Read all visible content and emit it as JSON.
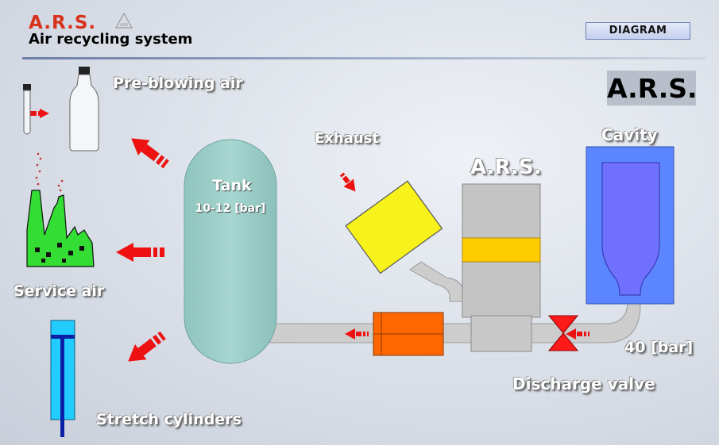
{
  "header": {
    "logo_text": "A.R.S.",
    "logo_mark_text": "ARK",
    "subtitle": "Air recycling system",
    "view_button": "DIAGRAM"
  },
  "title_box": "A.R.S.",
  "labels": {
    "pre_blowing": "Pre-blowing air",
    "service_air": "Service air",
    "stretch_cylinders": "Stretch cylinders",
    "tank": "Tank",
    "tank_pressure": "10-12 [bar]",
    "exhaust": "Exhaust",
    "ars_unit": "A.R.S.",
    "cavity": "Cavity",
    "cavity_pressure": "40 [bar]",
    "discharge_valve": "Discharge valve"
  },
  "colors": {
    "tank": "#9ecfc9",
    "pipe": "#cdcdcd",
    "ars_body": "#c4c4c4",
    "ars_band": "#ffcc00",
    "exhaust_box": "#f8f21c",
    "filter": "#ff6600",
    "cavity_outer": "#5b86ff",
    "cavity_inner": "#7070ff",
    "valve": "#ff1a1a",
    "arrow": "#ee1111",
    "factory": "#33dd33",
    "cylinder": "#22ccff",
    "rod": "#0a1fa8"
  }
}
